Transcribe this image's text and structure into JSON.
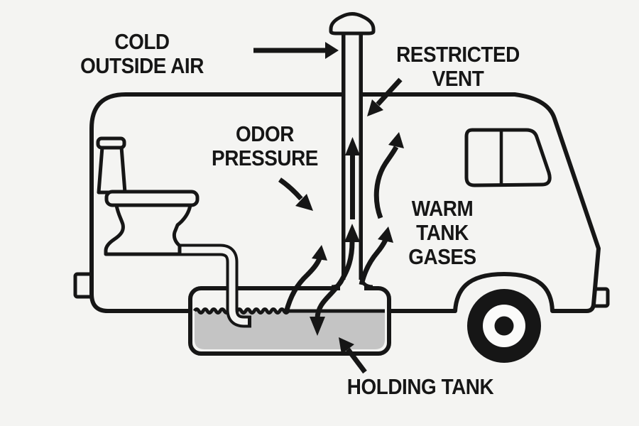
{
  "title": "RV restricted vent / holding tank odor diagram",
  "colors": {
    "ink": "#161616",
    "background": "#f4f4f2",
    "paper_white": "#fbfbfa",
    "tank_liquid": "#c4c4c4"
  },
  "labels": {
    "cold_outside_air": "COLD\nOUTSIDE AIR",
    "restricted_vent": "RESTRICTED\nVENT",
    "odor_pressure": "ODOR\nPRESSURE",
    "warm_tank_gases": "WARM\nTANK\nGASES",
    "holding_tank": "HOLDING TANK"
  },
  "diagram": {
    "parts": [
      "rv-body-outline",
      "rv-front-window",
      "rv-wheel",
      "rv-wheel-arch",
      "left-bumper",
      "right-bumper",
      "toilet",
      "toilet-drain-pipe",
      "vent-pipe",
      "vent-cap",
      "holding-tank",
      "tank-liquid"
    ],
    "arrows": [
      "cold-air-flow-arrow",
      "restricted-vent-pointer-arrow",
      "odor-pressure-pointer-arrow",
      "vent-pipe-up-arrow-upper",
      "vent-pipe-up-arrow-lower",
      "downdraft-into-tank-arrow",
      "tank-gas-curve-arrow-left",
      "tank-gas-curve-arrow-right-lower",
      "tank-gas-curve-arrow-right-upper",
      "holding-tank-pointer-arrow"
    ]
  }
}
